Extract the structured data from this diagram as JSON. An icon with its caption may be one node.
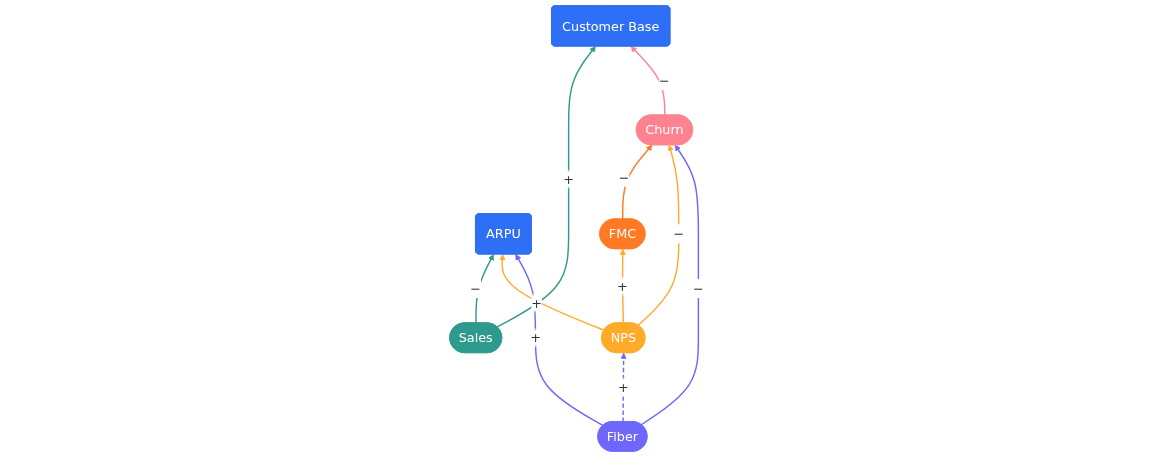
{
  "diagram": {
    "nodes": [
      {
        "text": [
          "Customer Base"
        ]
      },
      {
        "text": [
          "Sales"
        ]
      },
      {
        "text": [
          "ARPU"
        ]
      },
      {
        "text": [
          "FMC"
        ]
      },
      {
        "text": [
          "Churn"
        ]
      },
      {
        "text": [
          "NPS"
        ]
      },
      {
        "text": [
          "Fiber"
        ]
      }
    ],
    "edges": [
      {
        "from": 1,
        "to": 0,
        "arrow": "to",
        "label": "+",
        "color": "#2e9a8e"
      },
      {
        "from": 1,
        "to": 2,
        "arrow": "to",
        "label": "−",
        "color": "#2e9a8e"
      },
      {
        "from": 4,
        "to": 0,
        "arrow": "to",
        "label": "−",
        "color": "#ff8290"
      },
      {
        "from": 5,
        "to": 2,
        "arrow": "to",
        "label": "+",
        "color": "#ffab2a"
      },
      {
        "from": 5,
        "to": 3,
        "arrow": "to",
        "label": "+",
        "color": "#ffab2a"
      },
      {
        "from": 3,
        "to": 4,
        "arrow": "to",
        "label": "−",
        "color": "#ff7a22"
      },
      {
        "from": 5,
        "to": 4,
        "arrow": "to",
        "label": "−",
        "color": "#ffab2a"
      },
      {
        "from": 6,
        "to": 4,
        "arrow": "to",
        "label": "−",
        "color": "#6f67fb"
      },
      {
        "from": 6,
        "to": 5,
        "arrow": "to",
        "label": "+",
        "color": "#6f67fb",
        "style": "dashed"
      },
      {
        "from": 6,
        "to": 2,
        "arrow": "to",
        "label": "+",
        "color": "#6f67fb"
      }
    ]
  }
}
